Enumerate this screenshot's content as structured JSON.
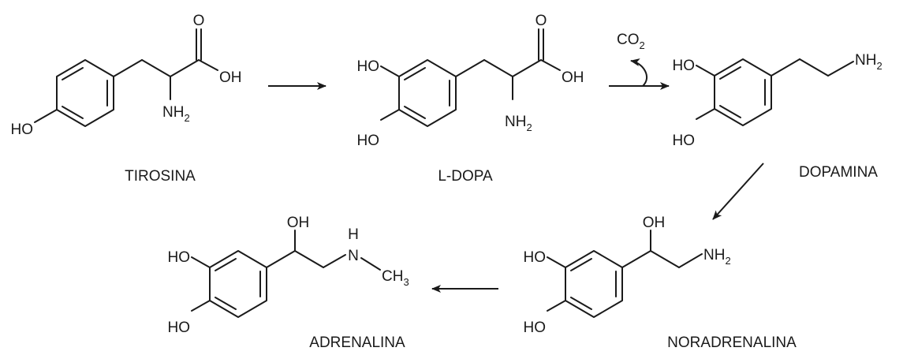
{
  "compounds": {
    "tirosina": "TIROSINA",
    "ldopa": "L-DOPA",
    "dopamina": "DOPAMINA",
    "noradrenalina": "NORADRENALINA",
    "adrenalina": "ADRENALINA"
  },
  "atoms": {
    "o": "O",
    "oh": "OH",
    "ho": "HO",
    "nh": "NH",
    "n": "N",
    "h": "H",
    "ch": "CH",
    "co": "CO",
    "two": "2",
    "three": "3"
  }
}
